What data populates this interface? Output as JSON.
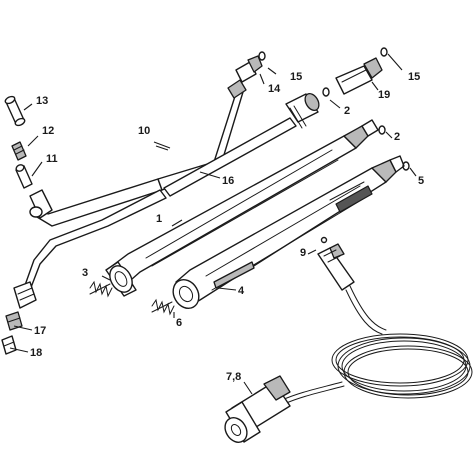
{
  "diagram": {
    "callouts": [
      {
        "id": "c1",
        "label": "1"
      },
      {
        "id": "c2a",
        "label": "2"
      },
      {
        "id": "c2b",
        "label": "2"
      },
      {
        "id": "c3",
        "label": "3"
      },
      {
        "id": "c4",
        "label": "4"
      },
      {
        "id": "c5",
        "label": "5"
      },
      {
        "id": "c6",
        "label": "6"
      },
      {
        "id": "c78",
        "label": "7,8"
      },
      {
        "id": "c9",
        "label": "9"
      },
      {
        "id": "c10",
        "label": "10"
      },
      {
        "id": "c11",
        "label": "11"
      },
      {
        "id": "c12",
        "label": "12"
      },
      {
        "id": "c13",
        "label": "13"
      },
      {
        "id": "c14",
        "label": "14"
      },
      {
        "id": "c15a",
        "label": "15"
      },
      {
        "id": "c15b",
        "label": "15"
      },
      {
        "id": "c16",
        "label": "16"
      },
      {
        "id": "c17",
        "label": "17"
      },
      {
        "id": "c18",
        "label": "18"
      },
      {
        "id": "c19",
        "label": "19"
      }
    ],
    "colors": {
      "line": "#1a1a1a",
      "fill_light": "#ffffff",
      "fill_grey": "#b9b9b9",
      "fill_dark": "#555555"
    }
  }
}
